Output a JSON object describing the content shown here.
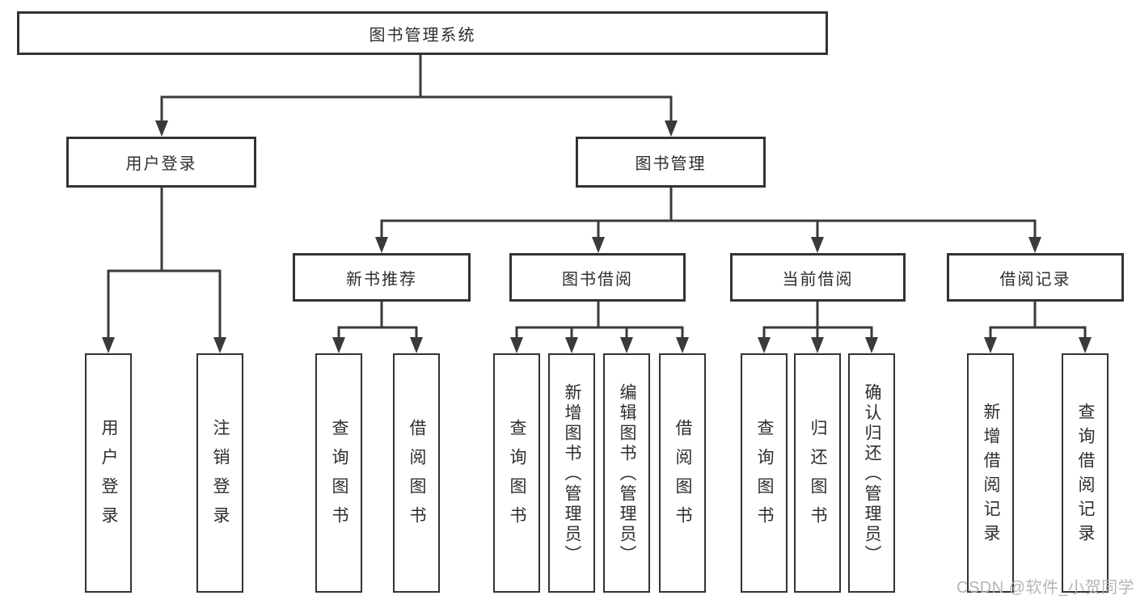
{
  "diagram": {
    "root": {
      "label": "图书管理系统"
    },
    "level2": [
      {
        "label": "用户登录",
        "children": [
          {
            "label": "用户登录"
          },
          {
            "label": "注销登录"
          }
        ]
      },
      {
        "label": "图书管理",
        "children": [
          {
            "label": "新书推荐",
            "children": [
              {
                "label": "查询图书"
              },
              {
                "label": "借阅图书"
              }
            ]
          },
          {
            "label": "图书借阅",
            "children": [
              {
                "label": "查询图书"
              },
              {
                "label": "新增图书（管理员）"
              },
              {
                "label": "编辑图书（管理员）"
              },
              {
                "label": "借阅图书"
              }
            ]
          },
          {
            "label": "当前借阅",
            "children": [
              {
                "label": "查询图书"
              },
              {
                "label": "归还图书"
              },
              {
                "label": "确认归还（管理员）"
              }
            ]
          },
          {
            "label": "借阅记录",
            "children": [
              {
                "label": "新增借阅记录"
              },
              {
                "label": "查询借阅记录"
              }
            ]
          }
        ]
      }
    ]
  },
  "watermark": {
    "text": "CSDN @软件_小贺同学"
  },
  "colors": {
    "line": "#3a3a3a",
    "border": "#333333",
    "text": "#2e2e2e",
    "watermark": "#b5b5b5",
    "background": "#ffffff"
  }
}
